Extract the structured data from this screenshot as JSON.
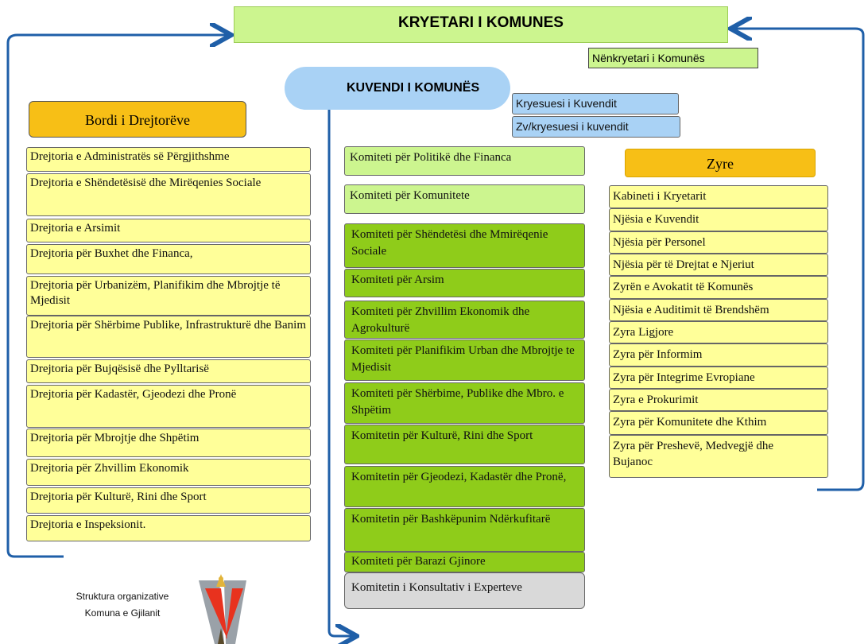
{
  "mayor": {
    "title": "KRYETARI I KOMUNES",
    "deputy": "Nënkryetari i Komunës"
  },
  "assembly": {
    "title": "KUVENDI I KOMUNËS",
    "chair": "Kryesuesi i Kuvendit",
    "deputy_chair": "Zv/kryesuesi i kuvendit"
  },
  "board": {
    "title": "Bordi i Drejtorëve",
    "directorates": [
      "Drejtoria e Administratës së Përgjithshme",
      "Drejtoria e Shëndetësisë dhe Mirëqenies Sociale",
      "Drejtoria e Arsimit",
      "Drejtoria për Buxhet dhe Financa,",
      "Drejtoria për Urbanizëm, Planifikim dhe Mbrojtje të Mjedisit",
      "Drejtoria për Shërbime Publike, Infrastrukturë dhe Banim",
      "Drejtoria për Bujqësisë dhe Pylltarisë",
      "Drejtoria për Kadastër, Gjeodezi dhe Pronë",
      "Drejtoria për Mbrojtje dhe Shpëtim",
      "Drejtoria për Zhvillim Ekonomik",
      "Drejtoria për Kulturë, Rini dhe Sport",
      "Drejtoria e Inspeksionit."
    ]
  },
  "committees": [
    "Komiteti për Politikë dhe Financa",
    "Komiteti për Komunitete",
    "Komiteti për Shëndetësi dhe Mmirëqenie Sociale",
    "Komiteti për  Arsim",
    "Komiteti për Zhvillim Ekonomik dhe Agrokulturë",
    "Komiteti për Planifikim Urban dhe Mbrojtje te Mjedisit",
    "Komiteti për Shërbime, Publike dhe Mbro. e Shpëtim",
    "Komitetin për Kulturë, Rini  dhe Sport",
    "Komitetin për Gjeodezi, Kadastër dhe Pronë,",
    "Komitetin për  Bashkëpunim Ndërkufitarë",
    "Komiteti për  Barazi  Gjinore",
    "Komitetin i Konsultativ i Experteve"
  ],
  "offices": {
    "title": "Zyre",
    "items": [
      "Kabineti  i Kryetarit",
      "Njësia e Kuvendit",
      "Njësia për  Personel",
      "Njësia për të Drejtat e Njeriut",
      "Zyrën e Avokatit të Komunës",
      "Njësia e Auditimit të Brendshëm",
      "Zyra Ligjore",
      "Zyra për Informim",
      "Zyra për Integrime Evropiane",
      "Zyra e  Prokurimit",
      "Zyra për Komunitete dhe Kthim",
      "Zyra për Preshevë, Medvegjë dhe Bujanoc"
    ]
  },
  "footer": {
    "line1": "Struktura organizative",
    "line2": "Komuna e Gjilanit"
  },
  "colors": {
    "light_green": "#ccf58f",
    "dark_green": "#8fcc1a",
    "yellow": "#ffff99",
    "orange": "#f7bf16",
    "blue": "#a9d2f5",
    "arrow": "#1f5fa8",
    "gray": "#d9d9d9"
  }
}
